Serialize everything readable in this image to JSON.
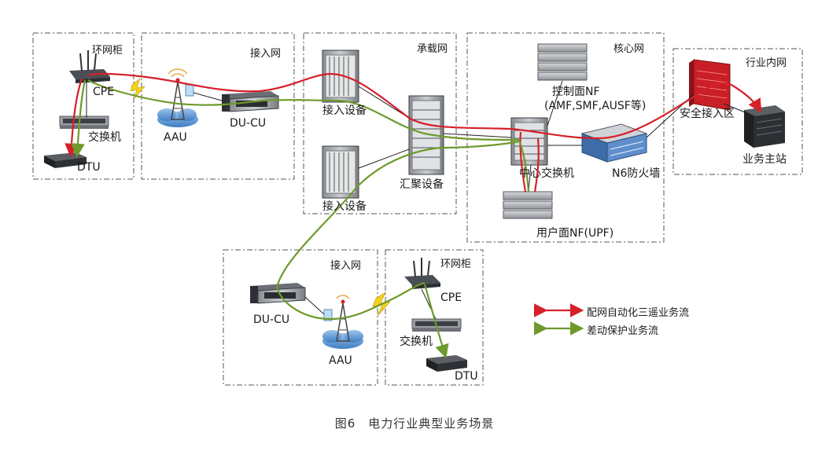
{
  "zones": {
    "ring_cabinet_top": "环网柜",
    "access_net_top": "接入网",
    "bearer_net": "承载网",
    "core_net": "核心网",
    "industry_intranet": "行业内网",
    "access_net_bottom": "接入网",
    "ring_cabinet_bottom": "环网柜"
  },
  "devices": {
    "cpe_top": "CPE",
    "switch_top": "交换机",
    "dtu_top": "DTU",
    "aau_top": "AAU",
    "ducu_top": "DU-CU",
    "access_dev_top": "接入设备",
    "access_dev_bottom": "接入设备",
    "aggregation": "汇聚设备",
    "control_nf_line1": "控制面NF",
    "control_nf_line2": "(AMF,SMF,AUSF等)",
    "center_switch": "中心交换机",
    "n6_firewall": "N6防火墙",
    "upf": "用户面NF(UPF)",
    "secure_access": "安全接入区",
    "master_station": "业务主站",
    "ducu_bottom": "DU-CU",
    "aau_bottom": "AAU",
    "cpe_bottom": "CPE",
    "switch_bottom": "交换机",
    "dtu_bottom": "DTU"
  },
  "legend": {
    "red_flow": "配网自动化三遥业务流",
    "green_flow": "差动保护业务流"
  },
  "caption": "图6　电力行业典型业务场景",
  "colors": {
    "red_flow": "#d6202a",
    "green_flow": "#6e9a2c",
    "zone_border": "#555555"
  }
}
